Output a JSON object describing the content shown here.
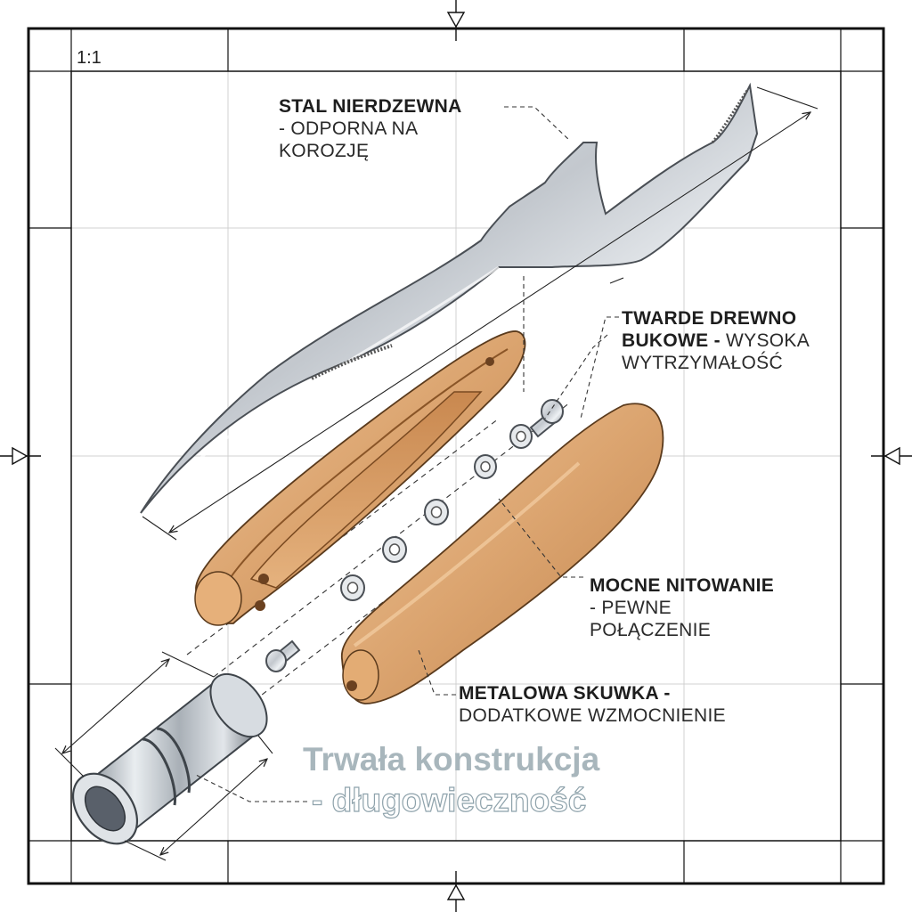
{
  "scale": "1:1",
  "labels": {
    "blade": {
      "title": "STAL NIERDZEWNA",
      "line2": "- ODPORNA NA",
      "line3": "KOROZJĘ"
    },
    "wood": {
      "title": "TWARDE DREWNO",
      "title2": "BUKOWE -",
      "rest": " WYSOKA",
      "line3": "WYTRZYMAŁOŚĆ"
    },
    "rivets": {
      "title": "MOCNE NITOWANIE",
      "line2": "- PEWNE",
      "line3": "POŁĄCZENIE"
    },
    "ferrule": {
      "title": "METALOWA SKUWKA -",
      "line2": "DODATKOWE WZMOCNIENIE"
    }
  },
  "tagline": {
    "line1": "Trwała konstrukcja",
    "line2": "- długowieczność"
  },
  "colors": {
    "frame": "#111111",
    "grid": "#cfcfcf",
    "wood_light": "#e8b987",
    "wood_dark": "#b97a45",
    "steel_light": "#eef1f4",
    "steel_dark": "#8c939b",
    "tagline": "#a8b6bc"
  }
}
